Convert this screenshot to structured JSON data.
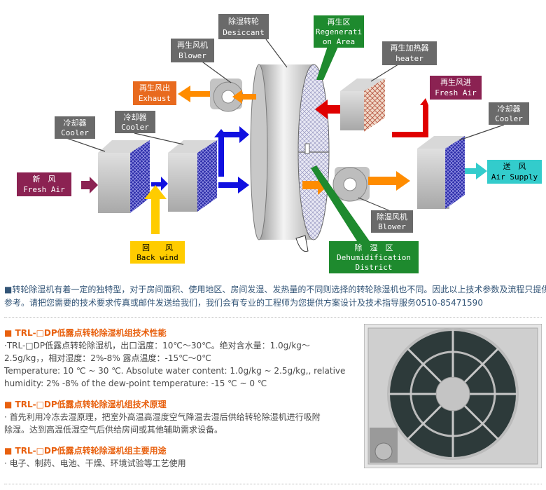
{
  "diagram": {
    "desiccant": {
      "zh": "除湿转轮",
      "en": "Desiccant"
    },
    "regen_area": {
      "zh": "再生区",
      "en1": "Regenerati",
      "en2": "on Area"
    },
    "regen_blower": {
      "zh": "再生风机",
      "en": "Blower"
    },
    "heater": {
      "zh": "再生加热器",
      "en": "heater"
    },
    "exhaust": {
      "zh": "再生风出",
      "en": "Exhaust"
    },
    "regen_air_in": {
      "zh": "再生风进",
      "en": "Fresh Air"
    },
    "cooler_left": {
      "zh": "冷却器",
      "en": "Cooler"
    },
    "cooler_mid": {
      "zh": "冷却器",
      "en": "Cooler"
    },
    "cooler_right": {
      "zh": "冷却器",
      "en": "Cooler"
    },
    "fresh_air": {
      "zh": "新　风",
      "en": "Fresh Air"
    },
    "supply_air": {
      "zh": "送　风",
      "en": "Air Supply"
    },
    "back_wind": {
      "zh": "回　　风",
      "en": "Back wind"
    },
    "dehum_blower": {
      "zh": "除湿风机",
      "en": "Blower"
    },
    "dehum_area": {
      "zh": "除　湿　区",
      "en1": "Dehumidification",
      "en2": "District"
    },
    "colors": {
      "exhaust_fill": "#e86a1e",
      "regen_fill": "#8b2252",
      "supply_fill": "#33cccc",
      "back_fill": "#ffcc00",
      "dehum_fill": "#1e8a2e",
      "arrow_blue": "#1010e0",
      "arrow_orange": "#ff8c00",
      "arrow_red": "#e00000"
    }
  },
  "intro": {
    "line1": "■转轮除湿机有着一定的独特型，对于房间面积、使用地区、房间发湿、发热量的不同则选择的转轮除湿机也不同。因此以上技术参数及流程只提供",
    "line2": "参考。请把您需要的技术要求传真或邮件发送给我们，我们会有专业的工程师为您提供方案设计及技术指导服务0510-85471590"
  },
  "sections": [
    {
      "title": "■ TRL-□DP低露点转轮除湿机组技术性能",
      "lines": [
        "·TRL-□DP低露点转轮除湿机，出口温度：10℃～30℃。绝对含水量：1.0g/kg～",
        "2.5g/kg，，相对湿度：2%-8% 露点温度：-15℃～0℃",
        "Temperature: 10 ℃ ~ 30 ℃. Absolute water content: 1.0g/kg ~ 2.5g/kg,, relative",
        "humidity: 2% -8% of the dew-point temperature: -15 ℃ ~ 0 ℃"
      ]
    },
    {
      "title": "■ TRL-□DP低露点转轮除湿机组技术原理",
      "lines": [
        "· 首先利用冷冻去湿原理，把室外高温高湿度空气降温去湿后供给转轮除湿机进行吸附",
        "除湿。达到高温低湿空气后供给房间或其他辅助需求设备。"
      ]
    },
    {
      "title": "■ TRL-□DP低露点转轮除湿机组主要用途",
      "lines": [
        "· 电子、制药、电池、干燥、环境试验等工艺使用"
      ]
    }
  ]
}
